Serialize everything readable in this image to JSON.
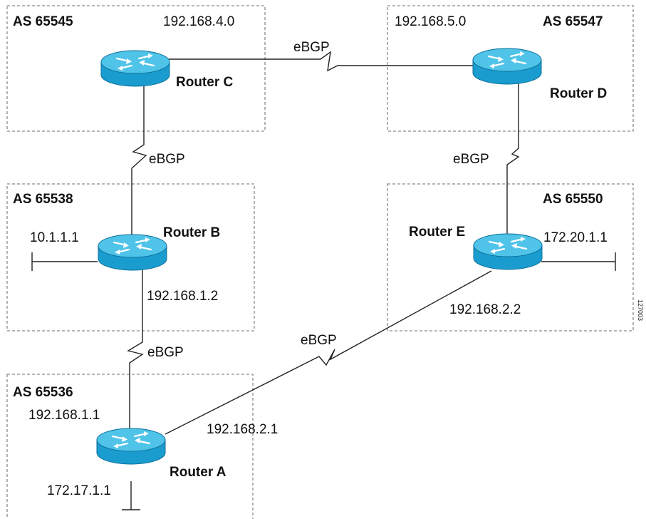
{
  "figure_id": "127003",
  "colors": {
    "router_top": "#4fc3e8",
    "router_side": "#1a9ccf",
    "router_edge": "#0d6f99",
    "box_border": "#8a8a8a",
    "line": "#222222"
  },
  "autonomous_systems": [
    {
      "label": "AS 65545",
      "network": "192.168.4.0"
    },
    {
      "label": "AS 65547",
      "network": "192.168.5.0"
    },
    {
      "label": "AS 65538"
    },
    {
      "label": "AS 65550"
    },
    {
      "label": "AS 65536"
    }
  ],
  "routers": [
    {
      "label": "Router C",
      "icon": "router-icon"
    },
    {
      "label": "Router D",
      "icon": "router-icon"
    },
    {
      "label": "Router B",
      "icon": "router-icon"
    },
    {
      "label": "Router E",
      "icon": "router-icon"
    },
    {
      "label": "Router A",
      "icon": "router-icon"
    }
  ],
  "links": [
    {
      "from": "Router C",
      "to": "Router D",
      "label": "eBGP"
    },
    {
      "from": "Router C",
      "to": "Router B",
      "label": "eBGP"
    },
    {
      "from": "Router D",
      "to": "Router E",
      "label": "eBGP"
    },
    {
      "from": "Router B",
      "to": "Router A",
      "label": "eBGP"
    },
    {
      "from": "Router A",
      "to": "Router E",
      "label": "eBGP"
    }
  ],
  "addresses": {
    "router_b_stub": "10.1.1.1",
    "router_b_link": "192.168.1.2",
    "router_e_stub": "172.20.1.1",
    "router_e_link": "192.168.2.2",
    "router_a_to_b": "192.168.1.1",
    "router_a_to_e": "192.168.2.1",
    "router_a_stub": "172.17.1.1"
  }
}
